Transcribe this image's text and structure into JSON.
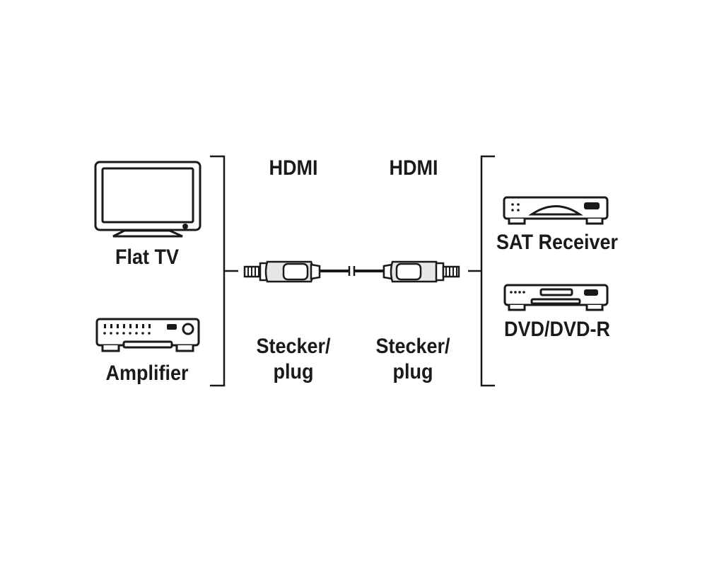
{
  "left_devices": {
    "tv": {
      "label": "Flat TV",
      "icon": "flat-tv-icon"
    },
    "amp": {
      "label": "Amplifier",
      "icon": "amplifier-icon"
    }
  },
  "right_devices": {
    "sat": {
      "label": "SAT Receiver",
      "icon": "sat-receiver-icon"
    },
    "dvd": {
      "label": "DVD/DVD-R",
      "icon": "dvd-player-icon"
    }
  },
  "cable": {
    "connector_left": {
      "type": "HDMI",
      "gender": "Stecker/\nplug"
    },
    "connector_right": {
      "type": "HDMI",
      "gender": "Stecker/\nplug"
    }
  },
  "colors": {
    "ink": "#1a1a1a",
    "fill": "#ffffff",
    "shade": "#e6e6e6"
  }
}
